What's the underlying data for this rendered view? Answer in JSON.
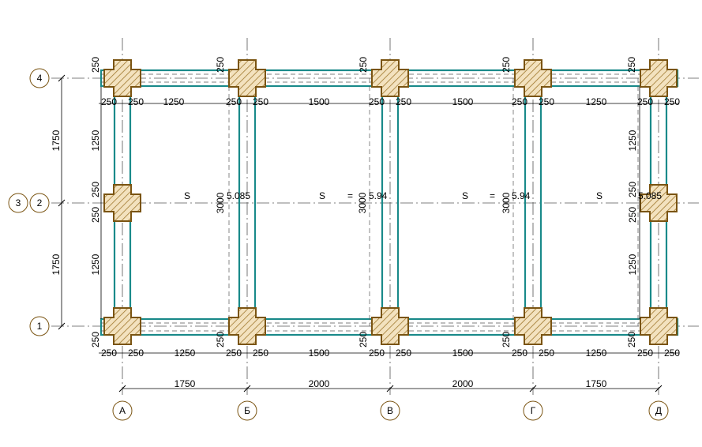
{
  "colors": {
    "beam": "#1a8a8a",
    "post_outline": "#7a5412",
    "post_hatch": "#a0782e",
    "bubble_outline": "#7a5412",
    "axis": "#555555",
    "text": "#000000"
  },
  "axes_columns": [
    "А",
    "Б",
    "В",
    "Г",
    "Д"
  ],
  "axes_rows": [
    "1",
    "2",
    "3",
    "4"
  ],
  "overall_dims": {
    "columns": [
      "1750",
      "2000",
      "2000",
      "1750"
    ],
    "rows_left": [
      "1750",
      "1750"
    ]
  },
  "clear_spans_top": [
    "1250",
    "1500",
    "1500",
    "1250"
  ],
  "clear_spans_bottom": [
    "1250",
    "1500",
    "1500",
    "1250"
  ],
  "post_size_label": "250",
  "vertical_segment_label": "1250",
  "bay_span_label": "3000",
  "bay_labels": [
    {
      "s": "S",
      "eq": "",
      "val": "5.085"
    },
    {
      "s": "S",
      "eq": "=",
      "val": "5.94"
    },
    {
      "s": "S",
      "eq": "=",
      "val": "5.94"
    },
    {
      "s": "S",
      "eq": "",
      "val": "5.085"
    }
  ]
}
